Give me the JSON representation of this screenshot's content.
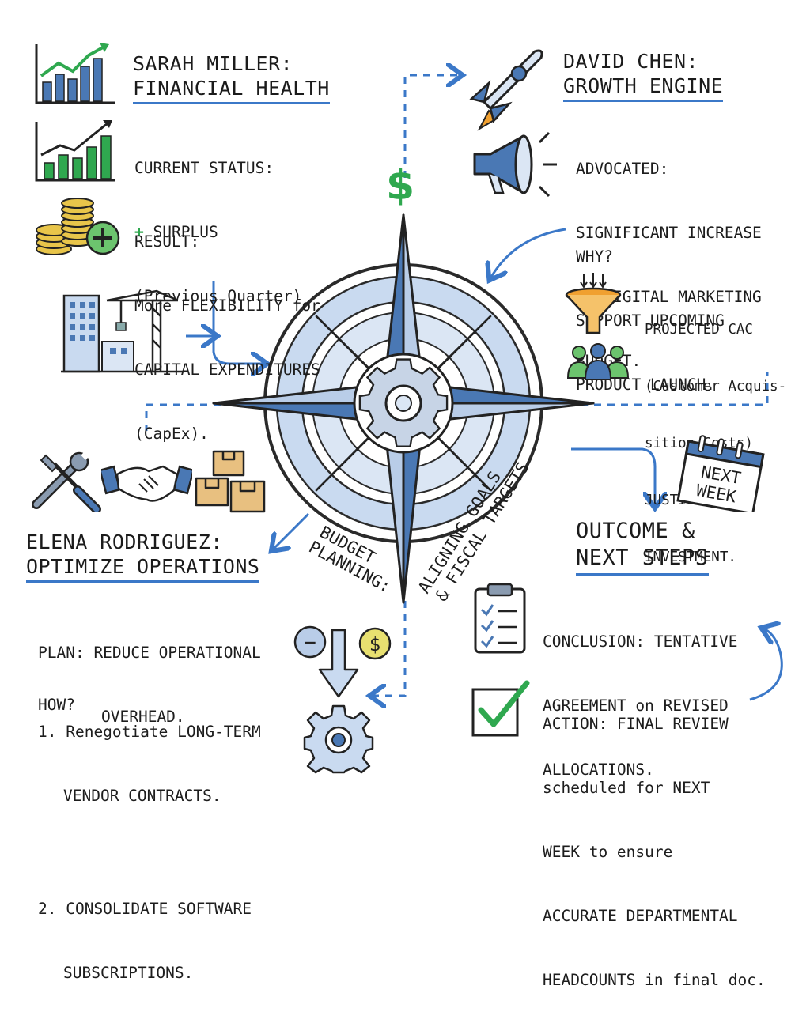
{
  "sarah": {
    "title_line1": "SARAH MILLER:",
    "title_line2": "FINANCIAL HEALTH",
    "status_label": "CURRENT STATUS:",
    "status_plus": "+",
    "status_value": "SURPLUS",
    "status_period": "(Previous Quarter)",
    "result_label": "RESULT:",
    "result_line1": "More FLEXIBILITY for",
    "result_line2": "CAPITAL EXPENDITURES",
    "result_line3": "(CapEx)."
  },
  "david": {
    "title_line1": "DAVID CHEN:",
    "title_line2": "GROWTH ENGINE",
    "advocated_label": "ADVOCATED:",
    "advocated_line1": "SIGNIFICANT INCREASE",
    "advocated_line2": "in DIGITAL MARKETING",
    "advocated_line3": "BUDGET.",
    "why_label": "WHY?",
    "why_line1": "SUPPORT UPCOMING",
    "why_line2": "PRODUCT LAUNCH.",
    "cac_line1": "PROJECTED CAC",
    "cac_line2": "(Customer Acquis-",
    "cac_line3": "sition Costs)",
    "cac_line4": "JUSTIFY",
    "cac_line5": "INVESTMENT."
  },
  "elena": {
    "title_line1": "ELENA RODRIGUEZ:",
    "title_line2": "OPTIMIZE OPERATIONS",
    "plan_line1": "PLAN: REDUCE OPERATIONAL",
    "plan_line2": "OVERHEAD.",
    "how_label": "HOW?",
    "step1_line1": "1. Renegotiate LONG-TERM",
    "step1_line2": "VENDOR CONTRACTS.",
    "step2_line1": "2. CONSOLIDATE SOFTWARE",
    "step2_line2": "SUBSCRIPTIONS."
  },
  "outcome": {
    "calendar_line1": "NEXT",
    "calendar_line2": "WEEK",
    "title_line1": "OUTCOME &",
    "title_line2": "NEXT STEPS",
    "conclusion_line1": "CONCLUSION: TENTATIVE",
    "conclusion_line2": "AGREEMENT on REVISED",
    "conclusion_line3": "ALLOCATIONS.",
    "action_line1": "ACTION: FINAL REVIEW",
    "action_line2": "scheduled for NEXT",
    "action_line3": "WEEK to ensure",
    "action_line4": "ACCURATE DEPARTMENTAL",
    "action_line5": "HEADCOUNTS in final doc."
  },
  "center": {
    "left_label_line1": "BUDGET",
    "left_label_line2": "PLANNING:",
    "right_label_line1": "ALIGNING GOALS",
    "right_label_line2": "& FISCAL TARGETS"
  },
  "icons": {
    "dollar_symbol": "$",
    "minus_symbol": "−",
    "plus_symbol": "+"
  },
  "colors": {
    "accent_blue": "#3b78c8",
    "compass_blue": "#4a78b4",
    "light_blue": "#b9cde8",
    "green": "#2fa84f",
    "gold": "#e8c54a"
  }
}
